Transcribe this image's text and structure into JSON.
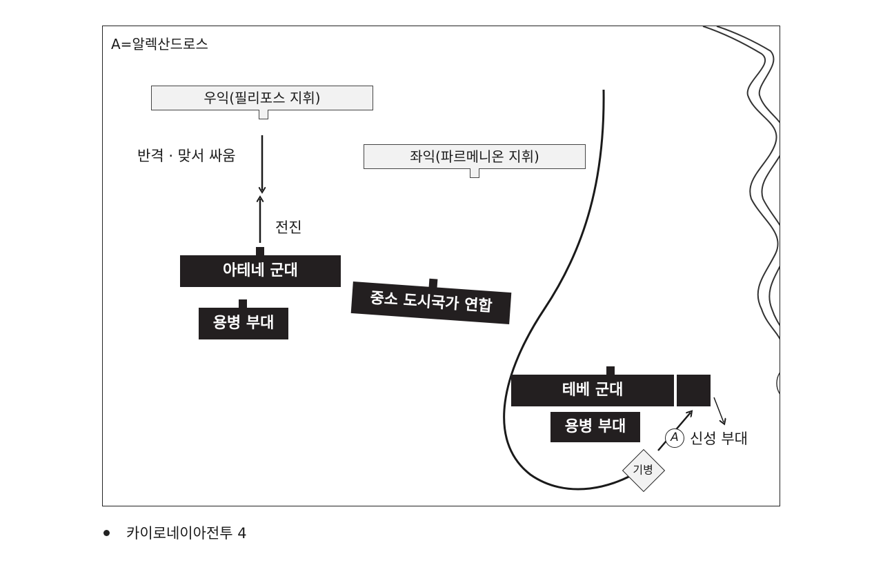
{
  "legend": "A=알렉산드로스",
  "banners": {
    "right_wing": "우익(필리포스 지휘)",
    "left_wing": "좌익(파르메니온 지휘)"
  },
  "labels": {
    "counter": "반격 · 맞서 싸움",
    "advance": "전진",
    "sacred_band": "신성 부대",
    "circle_a": "A",
    "cavalry": "기병"
  },
  "units": {
    "athens": "아테네 군대",
    "mercenary_left": "용병 부대",
    "league": "중소 도시국가 연합",
    "thebes": "테베 군대",
    "mercenary_right": "용병 부대"
  },
  "caption": "카이로네이아전투 4",
  "colors": {
    "unit_fill": "#231f20",
    "banner_fill": "#f2f2f2",
    "line": "#1a1a1a"
  }
}
